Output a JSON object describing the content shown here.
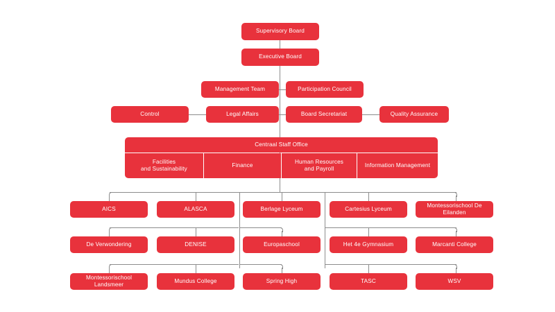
{
  "meta": {
    "title": "Organizational chart",
    "accent_color": "#e8323c",
    "line_color": "#8c8c8c",
    "background_color": "#ffffff",
    "text_color": "#ffffff"
  },
  "levels": {
    "level1": {
      "label": "Supervisory Board"
    },
    "level2": {
      "label": "Executive Board"
    },
    "level3": [
      {
        "label": "Management Team"
      },
      {
        "label": "Participation Council"
      }
    ],
    "level4": [
      {
        "label": "Control"
      },
      {
        "label": "Legal Affairs"
      },
      {
        "label": "Board Secretariat"
      },
      {
        "label": "Quality Assurance"
      }
    ],
    "staff_office": {
      "header": "Centraal Staff Office",
      "departments": [
        {
          "label": "Facilities\nand Sustainability"
        },
        {
          "label": "Finance"
        },
        {
          "label": "Human Resources\nand Payroll"
        },
        {
          "label": "Information Management"
        }
      ]
    },
    "schools": [
      [
        {
          "label": "AICS"
        },
        {
          "label": "ALASCA"
        },
        {
          "label": "Berlage Lyceum"
        },
        {
          "label": "Cartesius Lyceum"
        },
        {
          "label": "Montessorischool De Eilanden"
        }
      ],
      [
        {
          "label": "De Verwondering"
        },
        {
          "label": "DENISE"
        },
        {
          "label": "Europaschool"
        },
        {
          "label": "Het 4e Gymnasium"
        },
        {
          "label": "Marcanti College"
        }
      ],
      [
        {
          "label": "Montessorischool Landsmeer"
        },
        {
          "label": "Mundus College"
        },
        {
          "label": "Spring High"
        },
        {
          "label": "TASC"
        },
        {
          "label": "WSV"
        }
      ]
    ]
  },
  "chart_data": {
    "type": "diagram",
    "subtype": "organizational-hierarchy",
    "title": "Organizational chart",
    "nodes": [
      {
        "id": "supervisory-board",
        "label": "Supervisory Board",
        "level": 1,
        "parent": null
      },
      {
        "id": "executive-board",
        "label": "Executive Board",
        "level": 2,
        "parent": "supervisory-board"
      },
      {
        "id": "management-team",
        "label": "Management Team",
        "level": 3,
        "parent": "executive-board"
      },
      {
        "id": "participation-council",
        "label": "Participation Council",
        "level": 3,
        "parent": "executive-board"
      },
      {
        "id": "control",
        "label": "Control",
        "level": 4,
        "parent": "executive-board"
      },
      {
        "id": "legal-affairs",
        "label": "Legal Affairs",
        "level": 4,
        "parent": "executive-board"
      },
      {
        "id": "board-secretariat",
        "label": "Board Secretariat",
        "level": 4,
        "parent": "executive-board"
      },
      {
        "id": "quality-assurance",
        "label": "Quality Assurance",
        "level": 4,
        "parent": "executive-board"
      },
      {
        "id": "centraal-staff-office",
        "label": "Centraal Staff Office",
        "level": 5,
        "parent": "executive-board"
      },
      {
        "id": "facilities-and-sustainability",
        "label": "Facilities and Sustainability",
        "level": 6,
        "parent": "centraal-staff-office"
      },
      {
        "id": "finance",
        "label": "Finance",
        "level": 6,
        "parent": "centraal-staff-office"
      },
      {
        "id": "human-resources-and-payroll",
        "label": "Human Resources and Payroll",
        "level": 6,
        "parent": "centraal-staff-office"
      },
      {
        "id": "information-management",
        "label": "Information Management",
        "level": 6,
        "parent": "centraal-staff-office"
      },
      {
        "id": "aics",
        "label": "AICS",
        "level": 7,
        "parent": "executive-board"
      },
      {
        "id": "alasca",
        "label": "ALASCA",
        "level": 7,
        "parent": "executive-board"
      },
      {
        "id": "berlage-lyceum",
        "label": "Berlage Lyceum",
        "level": 7,
        "parent": "executive-board"
      },
      {
        "id": "cartesius-lyceum",
        "label": "Cartesius Lyceum",
        "level": 7,
        "parent": "executive-board"
      },
      {
        "id": "montessorischool-de-eilanden",
        "label": "Montessorischool De Eilanden",
        "level": 7,
        "parent": "executive-board"
      },
      {
        "id": "de-verwondering",
        "label": "De Verwondering",
        "level": 7,
        "parent": "executive-board"
      },
      {
        "id": "denise",
        "label": "DENISE",
        "level": 7,
        "parent": "executive-board"
      },
      {
        "id": "europaschool",
        "label": "Europaschool",
        "level": 7,
        "parent": "executive-board"
      },
      {
        "id": "het-4e-gymnasium",
        "label": "Het 4e Gymnasium",
        "level": 7,
        "parent": "executive-board"
      },
      {
        "id": "marcanti-college",
        "label": "Marcanti College",
        "level": 7,
        "parent": "executive-board"
      },
      {
        "id": "montessorischool-landsmeer",
        "label": "Montessorischool Landsmeer",
        "level": 7,
        "parent": "executive-board"
      },
      {
        "id": "mundus-college",
        "label": "Mundus College",
        "level": 7,
        "parent": "executive-board"
      },
      {
        "id": "spring-high",
        "label": "Spring High",
        "level": 7,
        "parent": "executive-board"
      },
      {
        "id": "tasc",
        "label": "TASC",
        "level": 7,
        "parent": "executive-board"
      },
      {
        "id": "wsv",
        "label": "WSV",
        "level": 7,
        "parent": "executive-board"
      }
    ]
  }
}
